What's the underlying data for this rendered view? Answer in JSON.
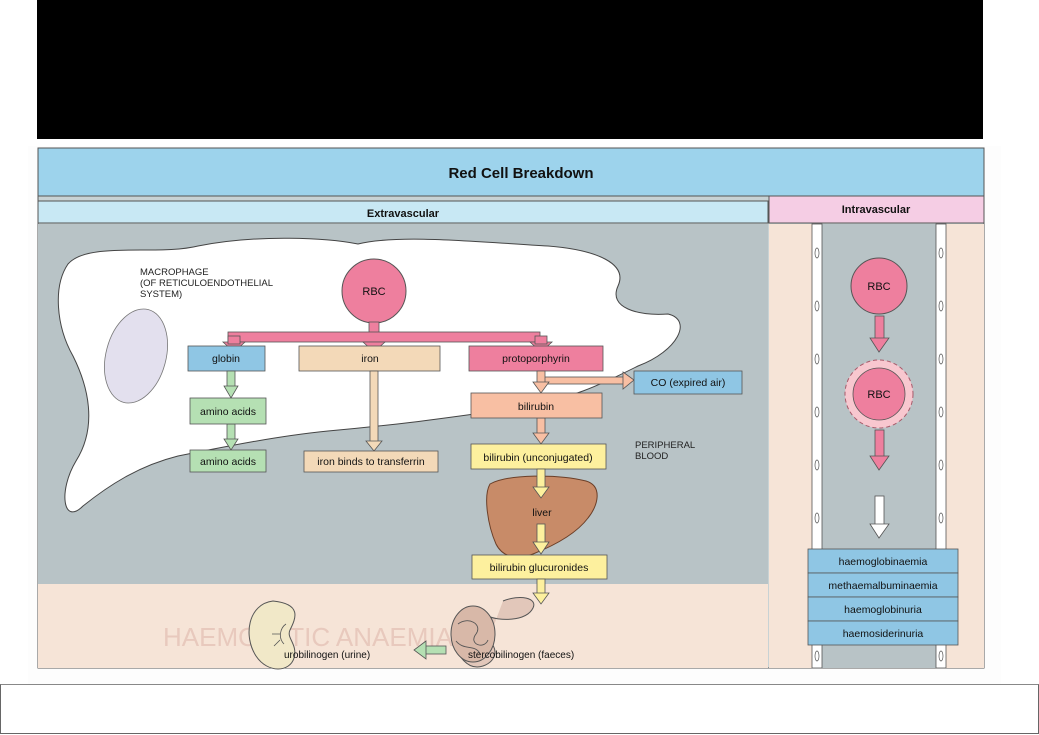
{
  "title": "Red Cell Breakdown",
  "sections": {
    "extravascular": "Extravascular",
    "intravascular": "Intravascular"
  },
  "labels": {
    "macrophage": [
      "MACROPHAGE",
      "(OF RETICULOENDOTHELIAL",
      "SYSTEM)"
    ],
    "peripheral": [
      "PERIPHERAL",
      "BLOOD"
    ]
  },
  "extravascular": {
    "rbc": "RBC",
    "globin": "globin",
    "iron": "iron",
    "protoporphyrin": "protoporphyrin",
    "co": "CO (expired air)",
    "amino1": "amino acids",
    "amino2": "amino acids",
    "bilirubin": "bilirubin",
    "transferrin": "iron binds to transferrin",
    "unconjugated": "bilirubin (unconjugated)",
    "liver": "liver",
    "glucuronides": "bilirubin glucuronides",
    "urobilinogen": "urobilinogen (urine)",
    "stercobilinogen": "stercobilinogen (faeces)"
  },
  "intravascular": {
    "rbc1": "RBC",
    "rbc2": "RBC",
    "conditions": [
      "haemoglobinaemia",
      "methaemalbuminaemia",
      "haemoglobinuria",
      "haemosiderinuria"
    ]
  },
  "colors": {
    "header": "#9dd3ec",
    "subheader": "#c8e8f4",
    "intra_header": "#f5cde4",
    "cytoplasm": "#b9c4c7",
    "pink": "#ee7f9e",
    "green": "#b5e0b3",
    "tan": "#f3d9b8",
    "peach": "#f8bfa3",
    "yellow": "#fdf09e",
    "blue": "#8fc6e4"
  }
}
